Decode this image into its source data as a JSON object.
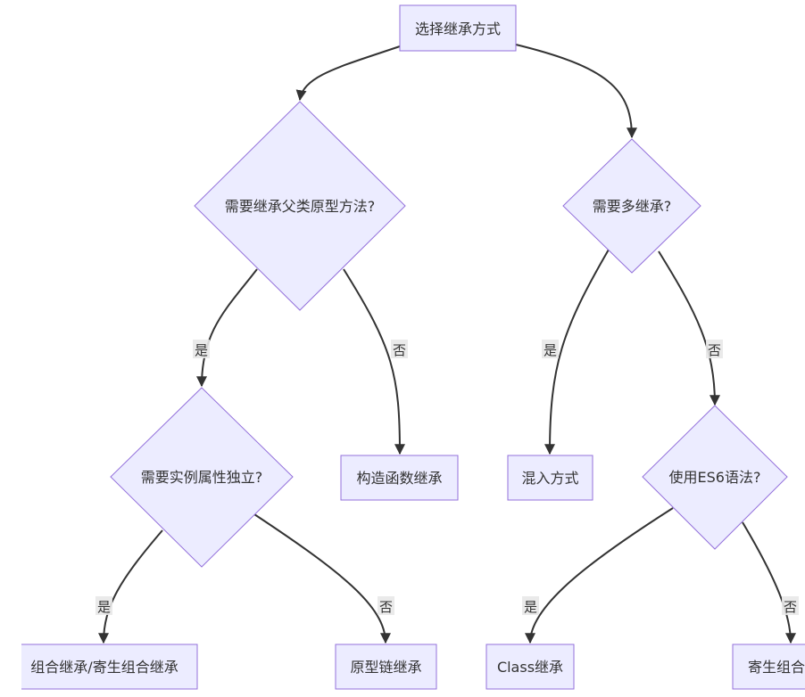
{
  "nodes": {
    "start": "选择继承方式",
    "q_proto": "需要继承父类原型方法?",
    "q_multi": "需要多继承?",
    "q_independent": "需要实例属性独立?",
    "constructor": "构造函数继承",
    "mixin": "混入方式",
    "q_es6": "使用ES6语法?",
    "combo": "组合继承/寄生组合继承",
    "proto_chain": "原型链继承",
    "class": "Class继承",
    "parasitic": "寄生组合继承"
  },
  "edge_labels": {
    "yes": "是",
    "no": "否"
  },
  "colors": {
    "node_fill": "#ECECFF",
    "node_stroke": "#9370DB",
    "edge": "#333333",
    "text": "#333333"
  }
}
